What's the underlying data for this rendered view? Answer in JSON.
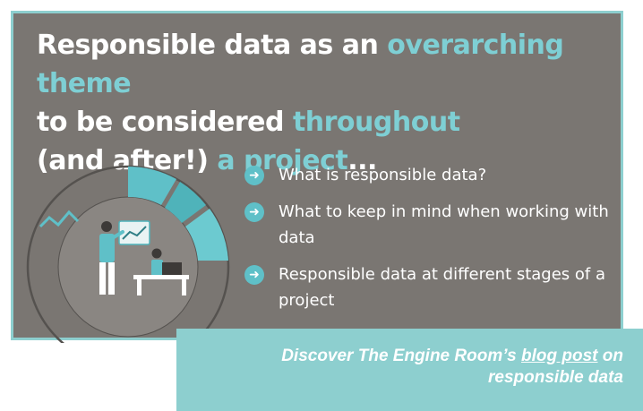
{
  "slide": {
    "title": {
      "line1_a": "Responsible data as an ",
      "line1_b": "overarching theme",
      "line2_a": "to be considered ",
      "line2_b": "throughout",
      "line3_a": "(and after!) ",
      "line3_b": "a project",
      "line3_c": "..."
    },
    "bullets": [
      {
        "icon": "arrow-right-icon",
        "text": "What is responsible data?"
      },
      {
        "icon": "arrow-right-icon",
        "text": "What to keep in mind when working with data"
      },
      {
        "icon": "arrow-right-icon",
        "text": "Responsible data at different stages of a project"
      }
    ]
  },
  "banner": {
    "before_link": "Discover The Engine Room’s ",
    "link_text": "blog post",
    "after_link": " on responsible data"
  },
  "colors": {
    "card_background": "#7a7672",
    "accent_teal": "#7ecfd4",
    "banner_teal": "#8dcfcf",
    "text": "#ffffff"
  }
}
